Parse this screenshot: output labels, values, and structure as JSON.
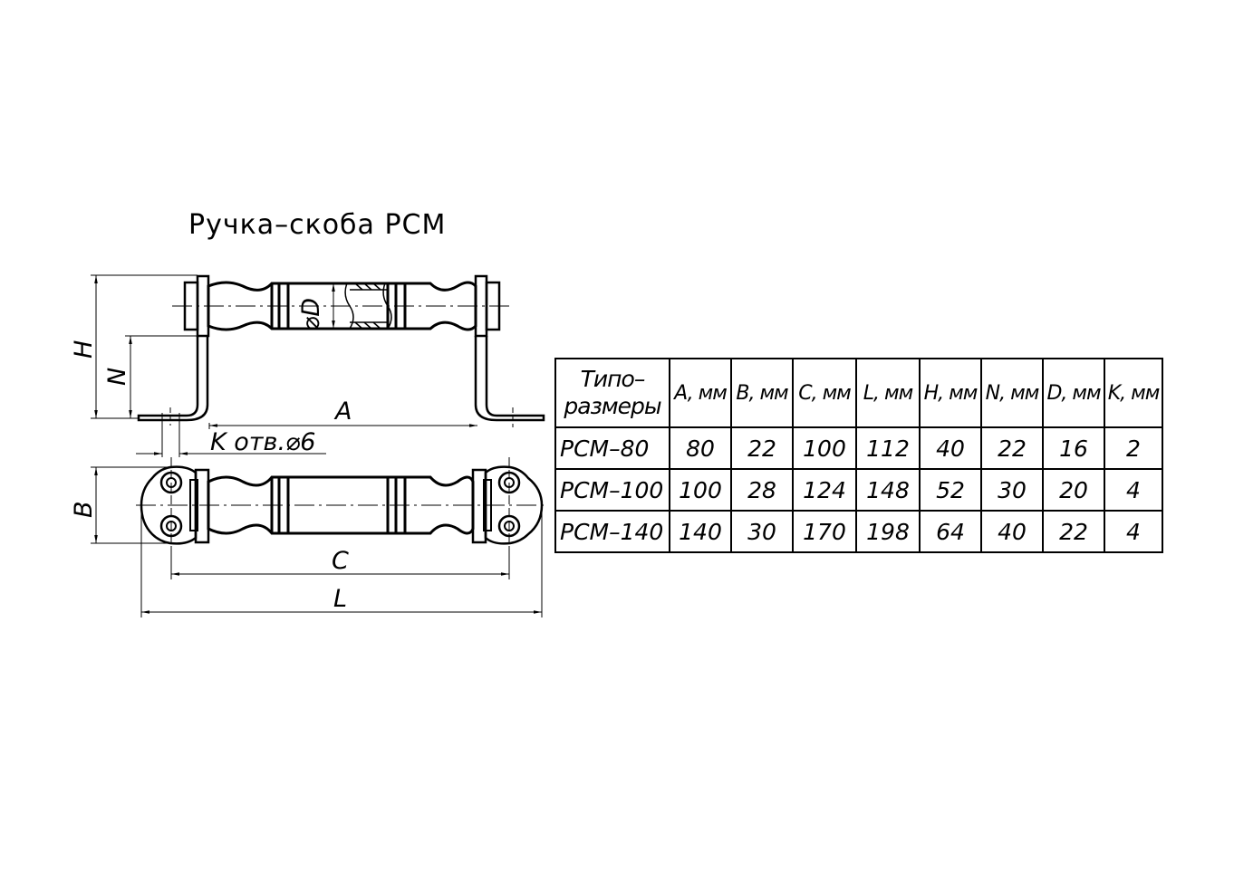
{
  "title": "Ручка–скоба РСМ",
  "drawing": {
    "labels": {
      "diameter": "⌀D",
      "height": "H",
      "n": "N",
      "a": "A",
      "k_holes": "K отв.⌀6",
      "b": "B",
      "c": "C",
      "l": "L"
    }
  },
  "table": {
    "header": {
      "type_line1": "Типо–",
      "type_line2": "размеры",
      "columns": [
        "A, мм",
        "B, мм",
        "C, мм",
        "L, мм",
        "H, мм",
        "N, мм",
        "D, мм",
        "K, мм"
      ]
    },
    "rows": [
      {
        "name": "РСМ–80",
        "values": [
          "80",
          "22",
          "100",
          "112",
          "40",
          "22",
          "16",
          "2"
        ]
      },
      {
        "name": "РСМ–100",
        "values": [
          "100",
          "28",
          "124",
          "148",
          "52",
          "30",
          "20",
          "4"
        ]
      },
      {
        "name": "РСМ–140",
        "values": [
          "140",
          "30",
          "170",
          "198",
          "64",
          "40",
          "22",
          "4"
        ]
      }
    ]
  }
}
